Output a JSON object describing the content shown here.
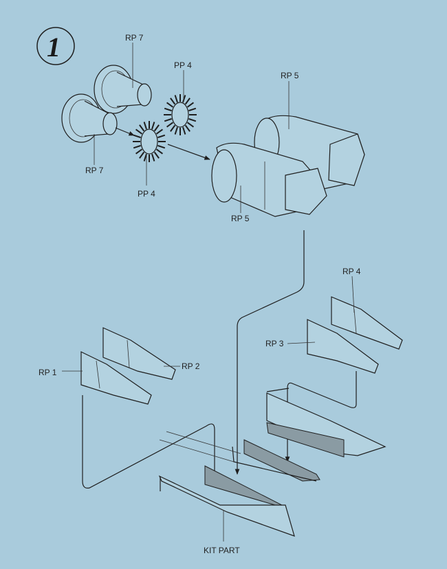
{
  "step_number": "1",
  "labels": {
    "rp7_top": "RP 7",
    "rp7_bottom": "RP 7",
    "pp4_top": "PP 4",
    "pp4_bottom": "PP 4",
    "rp5_top": "RP 5",
    "rp5_bottom": "RP 5",
    "rp4": "RP 4",
    "rp3": "RP 3",
    "rp1": "RP 1",
    "rp2": "RP 2",
    "kit_part": "KIT PART"
  },
  "colors": {
    "background": "#a9cbdc",
    "line": "#1e1e1e",
    "shaded_part": "#8a9ba3"
  }
}
